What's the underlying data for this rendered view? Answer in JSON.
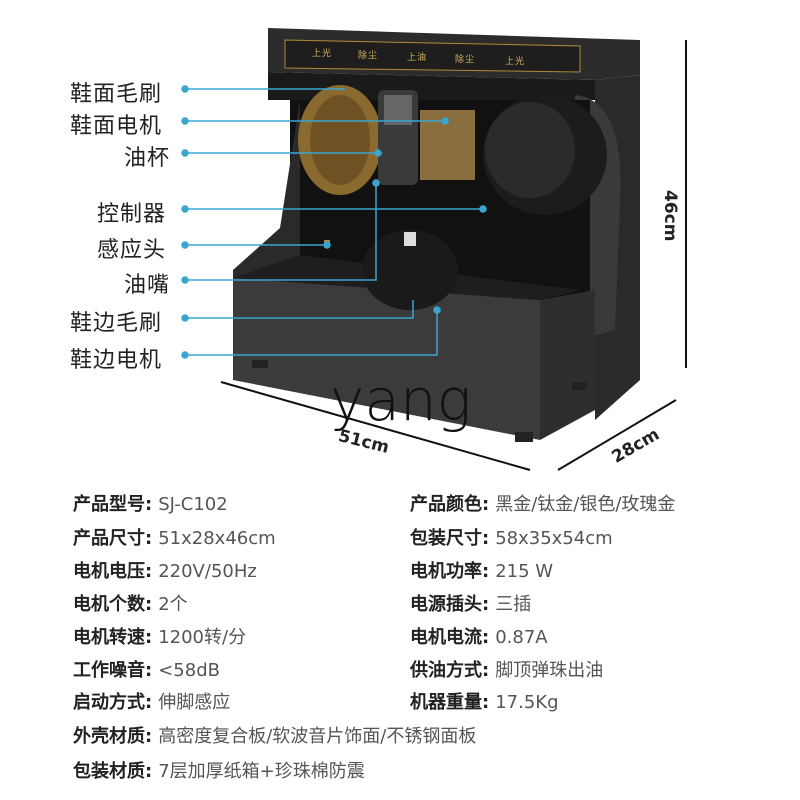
{
  "labels": {
    "shoe_top_brush": "鞋面毛刷",
    "shoe_top_motor": "鞋面电机",
    "oil_cup": "油杯",
    "controller": "控制器",
    "sensor_head": "感应头",
    "oil_nozzle": "油嘴",
    "shoe_side_brush": "鞋边毛刷",
    "shoe_side_motor": "鞋边电机"
  },
  "panel_buttons": [
    "上光",
    "除尘",
    "上油",
    "除尘",
    "上光"
  ],
  "dimensions": {
    "height": "46cm",
    "width": "51cm",
    "depth": "28cm"
  },
  "watermark": "yang",
  "specs_left": [
    {
      "key": "产品型号:",
      "value": "SJ-C102"
    },
    {
      "key": "产品尺寸:",
      "value": "51x28x46cm"
    },
    {
      "key": "电机电压:",
      "value": "220V/50Hz"
    },
    {
      "key": "电机个数:",
      "value": "2个"
    },
    {
      "key": "电机转速:",
      "value": "1200转/分"
    },
    {
      "key": "工作噪音:",
      "value": "<58dB"
    },
    {
      "key": "启动方式:",
      "value": "伸脚感应"
    },
    {
      "key": "外壳材质:",
      "value": "高密度复合板/软波音片饰面/不锈钢面板"
    },
    {
      "key": "包装材质:",
      "value": "7层加厚纸箱+珍珠棉防震"
    }
  ],
  "specs_right": [
    {
      "key": "产品颜色:",
      "value": "黑金/钛金/银色/玫瑰金"
    },
    {
      "key": "包装尺寸:",
      "value": "58x35x54cm"
    },
    {
      "key": "电机功率:",
      "value": "215 W"
    },
    {
      "key": "电源插头:",
      "value": "三插"
    },
    {
      "key": "电机电流:",
      "value": "0.87A"
    },
    {
      "key": "供油方式:",
      "value": "脚顶弹珠出油"
    },
    {
      "key": "机器重量:",
      "value": "17.5Kg"
    }
  ]
}
